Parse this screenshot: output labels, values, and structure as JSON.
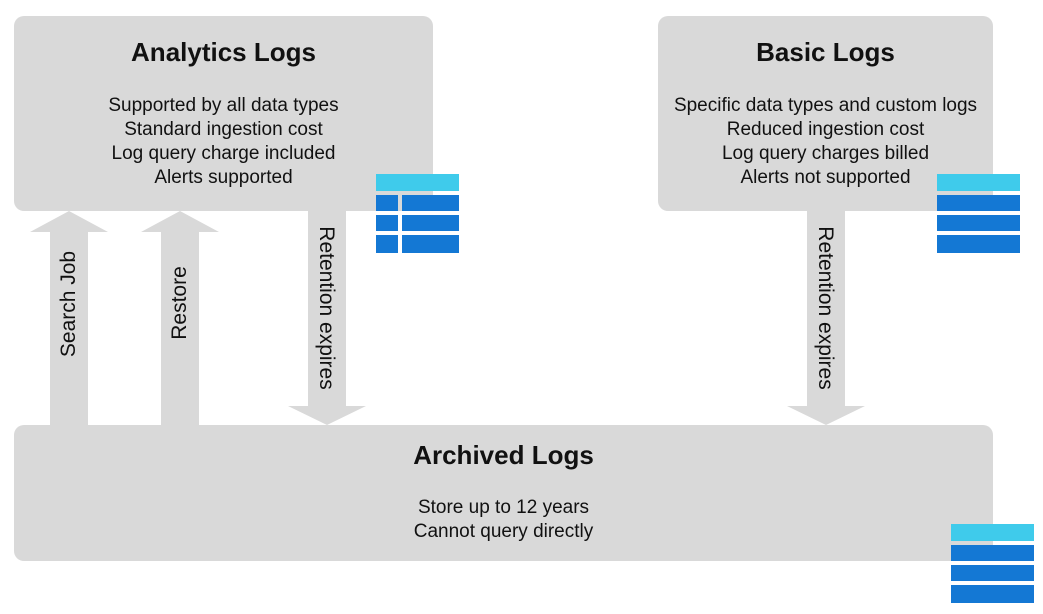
{
  "boxes": {
    "analytics": {
      "title": "Analytics Logs",
      "lines": [
        "Supported by all data types",
        "Standard ingestion cost",
        "Log query charge included",
        "Alerts supported"
      ]
    },
    "basic": {
      "title": "Basic Logs",
      "lines": [
        "Specific data types and custom logs",
        "Reduced ingestion cost",
        "Log query charges billed",
        "Alerts not supported"
      ]
    },
    "archived": {
      "title": "Archived Logs",
      "lines": [
        "Store up to 12 years",
        "Cannot query directly"
      ]
    }
  },
  "arrows": {
    "search_job": "Search Job",
    "restore": "Restore",
    "retention_analytics": "Retention expires",
    "retention_basic": "Retention expires"
  },
  "colors": {
    "box_fill": "#d9d9d9",
    "arrow_fill": "#d9d9d9",
    "table_header": "#3fcbeb",
    "table_body": "#1478d4"
  },
  "icons": {
    "analytics_table": "table-grid-icon",
    "basic_table": "table-rows-icon",
    "archived_table": "table-rows-icon"
  }
}
